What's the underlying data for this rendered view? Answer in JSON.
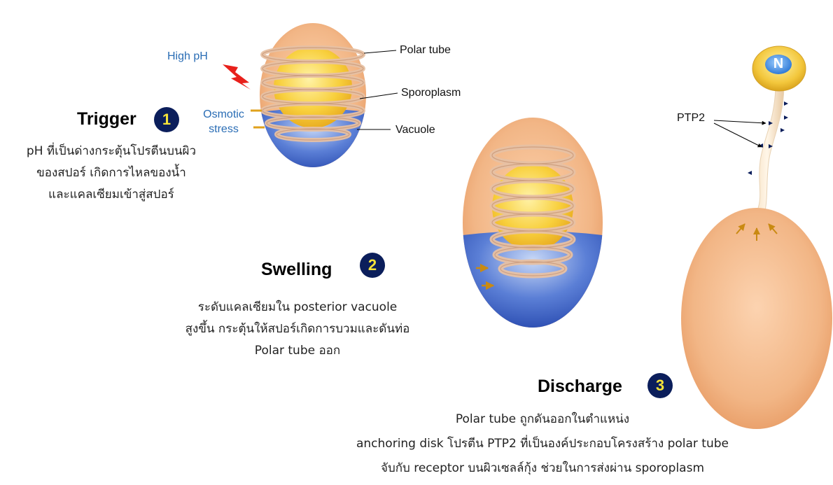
{
  "stage1": {
    "title": "Trigger",
    "number": "1",
    "desc_lines": [
      "pH ที่เป็นด่างกระตุ้นโปรตีนบนผิว",
      "ของสปอร์ เกิดการไหลของน้ำ",
      "และแคลเซียมเข้าสู่สปอร์"
    ],
    "labels": {
      "high_ph": "High pH",
      "osmotic_1": "Osmotic",
      "osmotic_2": "stress",
      "polar_tube": "Polar tube",
      "sporoplasm": "Sporoplasm",
      "vacuole": "Vacuole"
    }
  },
  "stage2": {
    "title": "Swelling",
    "number": "2",
    "desc_lines": [
      "ระดับแคลเซียมใน posterior vacuole",
      "สูงขึ้น กระตุ้นให้สปอร์เกิดการบวมและดันท่อ",
      "Polar tube ออก"
    ]
  },
  "stage3": {
    "title": "Discharge",
    "number": "3",
    "desc_lines": [
      "Polar tube ถูกดันออกในตำแหน่ง",
      "anchoring disk โปรตีน PTP2 ที่เป็นองค์ประกอบโครงสร้าง polar tube",
      "จับกับ receptor บนผิวเซลล์กุ้ง ช่วยในการส่งผ่าน sporoplasm"
    ],
    "labels": {
      "ptp2": "PTP2",
      "nucleus": "N"
    }
  },
  "colors": {
    "spore_body": "#f0b584",
    "sporoplasm": "#f6c43a",
    "vacuole": "#3f63c8",
    "coil": "#e8c3a6",
    "badge_bg": "#0b1e5b",
    "badge_text": "#f5e33a",
    "lightning": "#e8201b",
    "blue_label": "#2a6db5",
    "arrow_tick": "#e0a21c"
  }
}
